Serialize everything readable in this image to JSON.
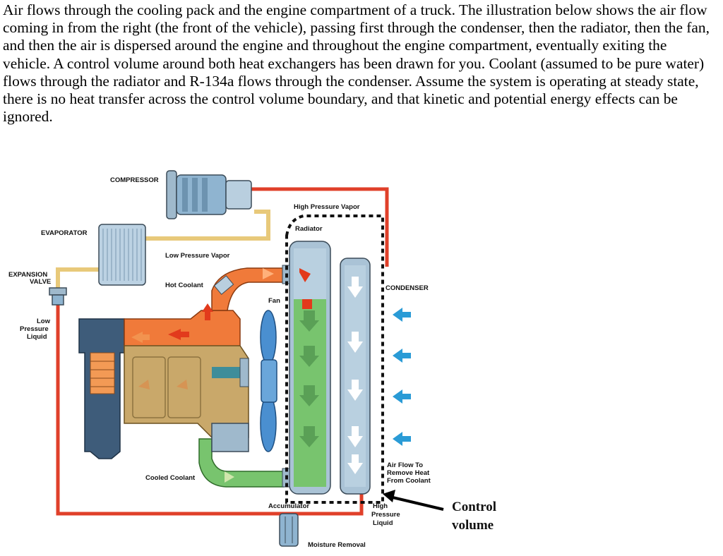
{
  "problem": {
    "text": "Air flows through the cooling pack and the engine compartment of a truck.  The illustration below shows the air flow coming in from the right (the front of the vehicle), passing first through the condenser, then the radiator, then the fan, and then the air is dispersed around the engine and throughout the engine compartment, eventually exiting the vehicle.  A control volume around both heat exchangers has been drawn for you.  Coolant (assumed to be pure water) flows through the radiator and R-134a flows through the condenser.  Assume the system is operating at steady state, there is no heat transfer across the control volume boundary, and that kinetic and potential energy effects can be ignored."
  },
  "diagram": {
    "labels": {
      "compressor": "COMPRESSOR",
      "evaporator": "EVAPORATOR",
      "expansion_valve_line1": "EXPANSION",
      "expansion_valve_line2": "VALVE",
      "low_pressure_liquid_line1": "Low",
      "low_pressure_liquid_line2": "Pressure",
      "low_pressure_liquid_line3": "Liquid",
      "low_pressure_vapor": "Low Pressure Vapor",
      "hot_coolant": "Hot Coolant",
      "cooled_coolant": "Cooled Coolant",
      "high_pressure_vapor": "High Pressure Vapor",
      "radiator": "Radiator",
      "fan": "Fan",
      "condenser": "CONDENSER",
      "airflow_line1": "Air Flow To",
      "airflow_line2": "Remove Heat",
      "airflow_line3": "From Coolant",
      "accumulator": "Accumulator",
      "high_pressure_liquid_line1": "High",
      "high_pressure_liquid_line2": "Pressure",
      "high_pressure_liquid_line3": "Liquid",
      "moisture_removal": "Moisture Removal"
    },
    "callout": {
      "line1": "Control",
      "line2": "volume"
    },
    "colors": {
      "refrigerant_line": "#e0402a",
      "hot_coolant": "#f07a3a",
      "cooled_coolant": "#78c46e",
      "engine": "#c9a86a",
      "component_blue": "#8fb4d0",
      "air_arrow": "#2a9bd6",
      "control_volume": "#111111"
    }
  }
}
